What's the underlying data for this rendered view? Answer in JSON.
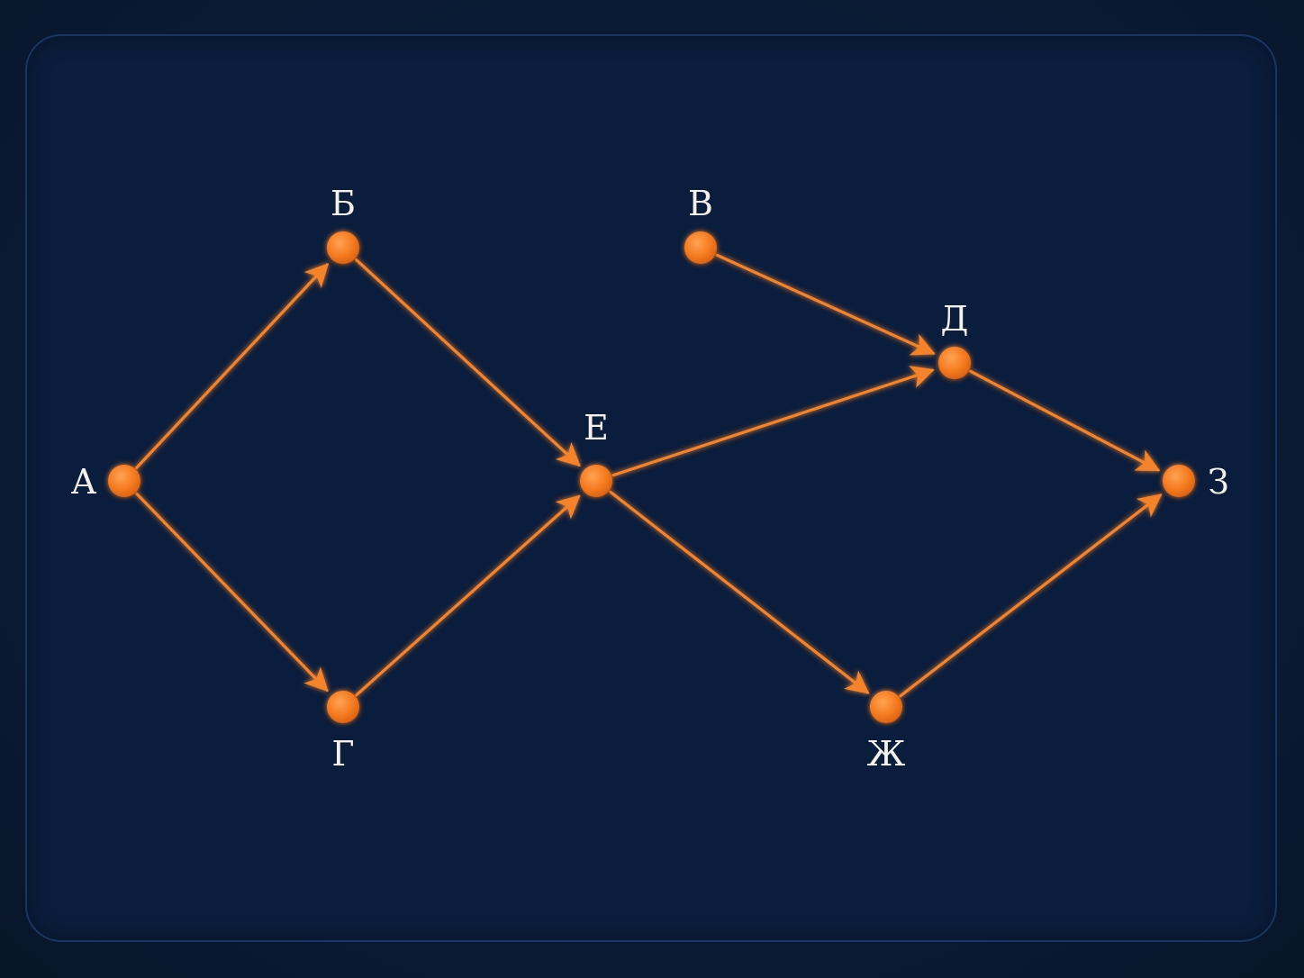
{
  "colors": {
    "background": "#0a1a33",
    "panel": "#0b1d3c",
    "panel_border": "#1b3563",
    "edge": "#f5832a",
    "node": "#f47a1f",
    "label": "#f4f1ea"
  },
  "diagram": {
    "type": "directed-graph",
    "nodes": [
      {
        "id": "A",
        "label": "А"
      },
      {
        "id": "B",
        "label": "Б"
      },
      {
        "id": "V",
        "label": "В"
      },
      {
        "id": "G",
        "label": "Г"
      },
      {
        "id": "D",
        "label": "Д"
      },
      {
        "id": "E",
        "label": "Е"
      },
      {
        "id": "ZH",
        "label": "Ж"
      },
      {
        "id": "Z",
        "label": "З"
      }
    ],
    "edges": [
      {
        "from": "A",
        "to": "B"
      },
      {
        "from": "A",
        "to": "E"
      },
      {
        "from": "A",
        "to": "G"
      },
      {
        "from": "B",
        "to": "V"
      },
      {
        "from": "B",
        "to": "E"
      },
      {
        "from": "V",
        "to": "D"
      },
      {
        "from": "G",
        "to": "E"
      },
      {
        "from": "G",
        "to": "ZH"
      },
      {
        "from": "E",
        "to": "D"
      },
      {
        "from": "E",
        "to": "Z"
      },
      {
        "from": "E",
        "to": "ZH"
      },
      {
        "from": "D",
        "to": "Z"
      },
      {
        "from": "ZH",
        "to": "Z"
      }
    ]
  }
}
